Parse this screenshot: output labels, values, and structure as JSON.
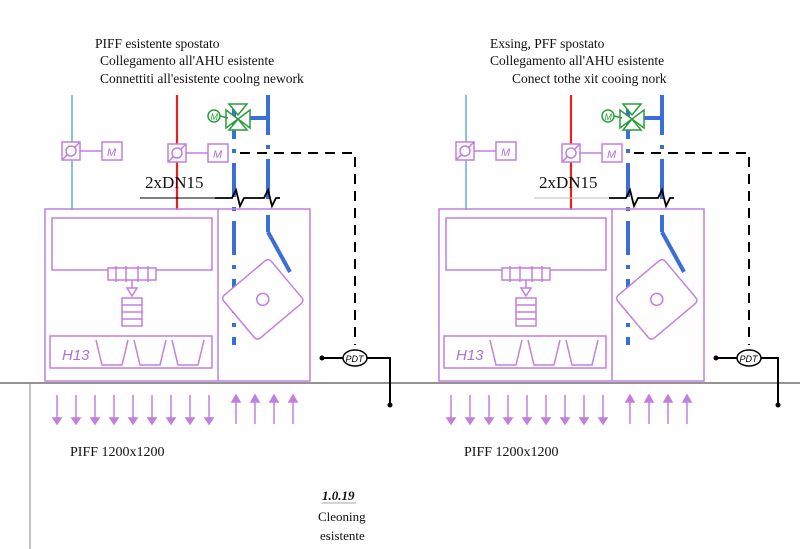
{
  "units": [
    {
      "notes": [
        "PIFF esistente spostato",
        "Collegamento all'AHU esistente",
        "Connettiti all'esistente coolng nework"
      ],
      "pipe_label": "2xDN15",
      "bottom_label": "PIFF 1200x1200",
      "filter_label": "H13",
      "motor_label": "M",
      "pdt_label": "PDT"
    },
    {
      "notes": [
        "Exsing, PFF spostato",
        "Collegamento all'AHU esistente",
        "Conect tothe xit cooing nork"
      ],
      "pipe_label": "2xDN15",
      "bottom_label": "PIFF 1200x1200",
      "filter_label": "H13",
      "motor_label": "M",
      "pdt_label": "PDT"
    }
  ],
  "footer": {
    "code": "1.0.19",
    "caption_lines": [
      "Cleoning",
      "esistente"
    ]
  },
  "colors": {
    "equipment": "#c27fe0",
    "chilled_water": "#3a6fd8",
    "supply_line": "#e8231c",
    "air_line": "#86c2ee",
    "control_line": "#000000"
  },
  "icons": [
    "damper-icon",
    "motor-icon",
    "valve-icon",
    "fan-icon",
    "filter-icon",
    "pdt-sensor-icon",
    "airflow-arrow-icon"
  ]
}
